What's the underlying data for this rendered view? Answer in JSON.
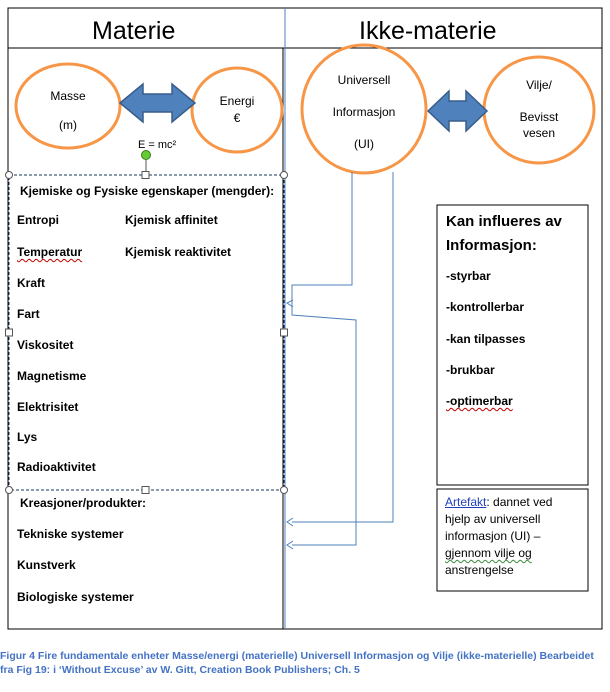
{
  "headers": {
    "left": "Materie",
    "right": "Ikke-materie"
  },
  "circles": {
    "masse": {
      "line1": "Masse",
      "line2": "(m)"
    },
    "energi": {
      "line1": "Energi",
      "line2": "€"
    },
    "ui": {
      "line1": "Universell",
      "line2": "Informasjon",
      "line3": "(UI)"
    },
    "vilje": {
      "line1": "Vilje/",
      "line2": "Bevisst",
      "line3": "vesen"
    }
  },
  "equation": "E = mc²",
  "properties": {
    "title": "Kjemiske og Fysiske egenskaper (mengder):",
    "items": [
      "Entropi",
      "Temperatur",
      "Kraft",
      "Fart",
      "Viskositet",
      "Magnetisme",
      "Elektrisitet",
      "Lys",
      "Radioaktivitet"
    ],
    "extra": [
      "Kjemisk affinitet",
      "Kjemisk reaktivitet"
    ]
  },
  "creations": {
    "title": "Kreasjoner/produkter:",
    "items": [
      "Tekniske systemer",
      "Kunstverk",
      "Biologiske systemer"
    ]
  },
  "influence": {
    "title_line1": "Kan influeres av",
    "title_line2": "Informasjon:",
    "items": [
      "-styrbar",
      "-kontrollerbar",
      "-kan tilpasses",
      "-brukbar",
      "-optimerbar"
    ]
  },
  "artefakt": {
    "term": "Artefakt",
    "line1": ": dannet ved",
    "line2": "hjelp av universell",
    "line3": "informasjon (UI) –",
    "line4": "gjennom  vilje og",
    "line5": "anstrengelse"
  },
  "caption": {
    "line1": "Figur 4 Fire fundamentale enheter Masse/energi (materielle) Universell  Informasjon og Vilje (ikke-materielle) Bearbeidet",
    "line2": "fra Fig 19: i ‘Without Excuse’ av W. Gitt, Creation Book Publishers; Ch. 5"
  },
  "colors": {
    "circle_stroke": "#f79646",
    "arrow_fill": "#4f81bd",
    "arrow_stroke": "#385d8a",
    "connector": "#4f81bd",
    "caption": "#4472c4"
  }
}
